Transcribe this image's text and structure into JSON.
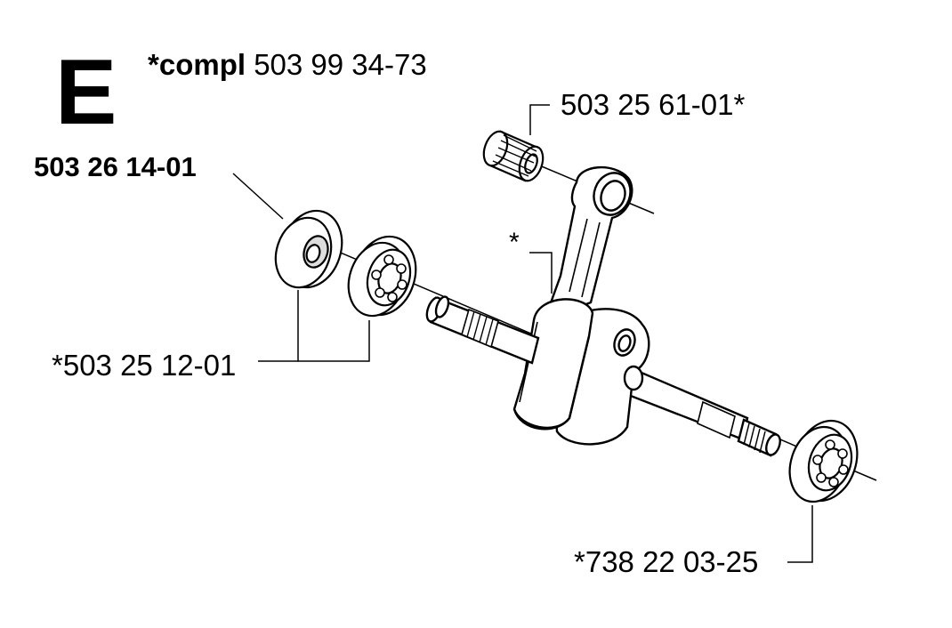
{
  "section": {
    "letter": "E"
  },
  "assembly": {
    "prefix": "*compl",
    "part_number": "503 99 34-73"
  },
  "callouts": {
    "seal": "503 26 14-01",
    "needle_bearing": "503 25 61-01*",
    "crankshaft": "*",
    "main_bearings_left": "*503 25 12-01",
    "main_bearing_right": "*738 22 03-25"
  }
}
